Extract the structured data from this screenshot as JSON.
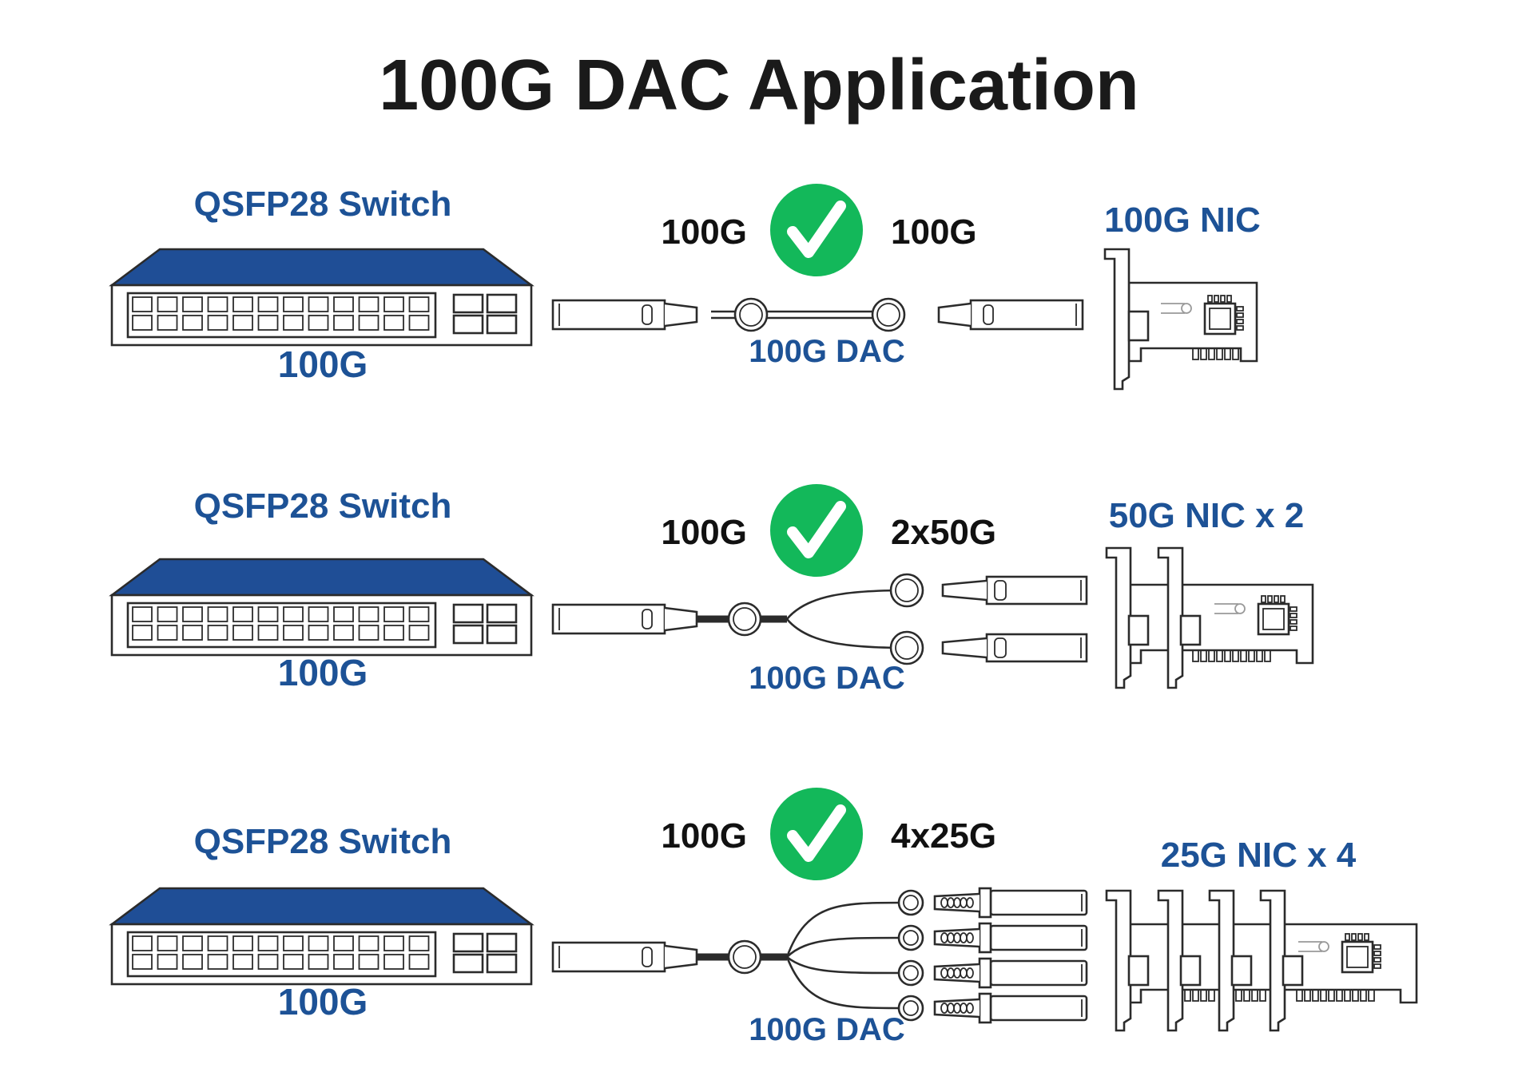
{
  "title": "100G DAC Application",
  "colors": {
    "label_blue": "#1d5296",
    "switch_top": "#1f4e96",
    "check_green": "#13b85a",
    "outline": "#2b2b2b",
    "thick_cable": "#2b2b2b"
  },
  "icons": {
    "check": "check-circle-icon",
    "switch": "switch-icon",
    "nic": "nic-card-icon",
    "cable": "dac-cable-icon"
  },
  "rows": [
    {
      "switch_label": "QSFP28 Switch",
      "switch_speed": "100G",
      "left_speed": "100G",
      "right_speed": "100G",
      "cable_label": "100G DAC",
      "nic_label": "100G NIC",
      "breakout": 1,
      "nic_count": 1
    },
    {
      "switch_label": "QSFP28 Switch",
      "switch_speed": "100G",
      "left_speed": "100G",
      "right_speed": "2x50G",
      "cable_label": "100G DAC",
      "nic_label": "50G NIC x 2",
      "breakout": 2,
      "nic_count": 2
    },
    {
      "switch_label": "QSFP28 Switch",
      "switch_speed": "100G",
      "left_speed": "100G",
      "right_speed": "4x25G",
      "cable_label": "100G DAC",
      "nic_label": "25G NIC x 4",
      "breakout": 4,
      "nic_count": 4
    }
  ]
}
